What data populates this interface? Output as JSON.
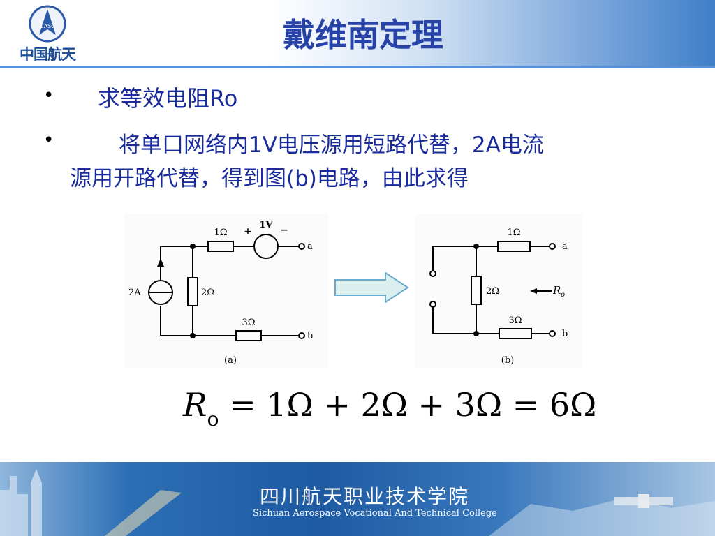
{
  "header": {
    "title": "戴维南定理",
    "logo_text": "中国航天",
    "logo_badge": "CASC"
  },
  "content": {
    "bullet1": "求等效电阻Ro",
    "bullet2_line1": "将单口网络内1V电压源用短路代替，2A电流",
    "bullet2_line2": "源用开路代替，得到图(b)电路，由此求得"
  },
  "circuit_a": {
    "caption": "(a)",
    "r1": "1Ω",
    "r2": "2Ω",
    "r3": "3Ω",
    "vsrc": "1V",
    "plus": "+",
    "minus": "−",
    "isrc": "2A",
    "term_a": "a",
    "term_b": "b"
  },
  "circuit_b": {
    "caption": "(b)",
    "r1": "1Ω",
    "r2": "2Ω",
    "r3": "3Ω",
    "ro_label": "R",
    "ro_sub": "o",
    "term_a": "a",
    "term_b": "b"
  },
  "formula": {
    "R": "R",
    "sub": "o",
    "rhs": " = 1Ω + 2Ω + 3Ω = 6Ω"
  },
  "footer": {
    "college_cn": "四川航天职业技术学院",
    "college_en": "Sichuan Aerospace Vocational And Technical College"
  },
  "colors": {
    "title": "#2743a8",
    "body_text": "#1a2c9b",
    "header_line": "#5b8fd1"
  }
}
